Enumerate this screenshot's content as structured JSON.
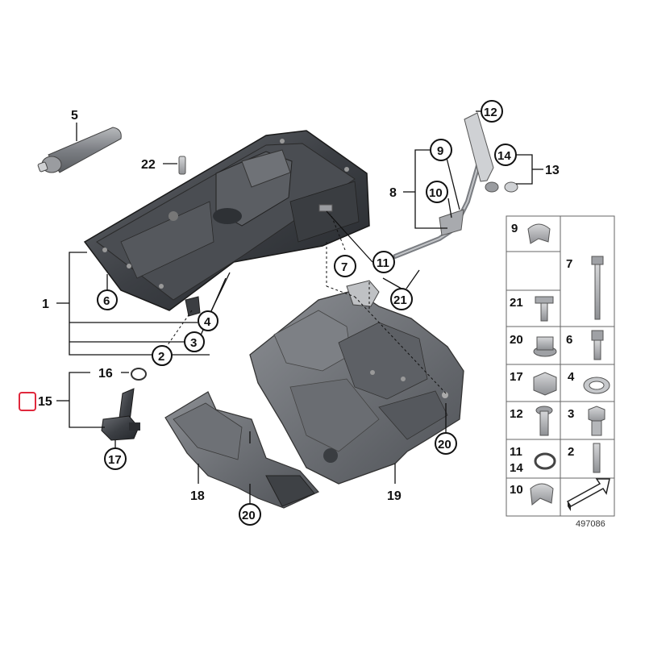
{
  "diagram_id": "497086",
  "highlight_color": "#e0283c",
  "callouts": {
    "c1": "1",
    "c2": "2",
    "c3": "3",
    "c4": "4",
    "c5": "5",
    "c6": "6",
    "c7": "7",
    "c8": "8",
    "c9": "9",
    "c10": "10",
    "c11": "11",
    "c12": "12",
    "c13": "13",
    "c14": "14",
    "c15": "15",
    "c16": "16",
    "c17": "17",
    "c18": "18",
    "c19": "19",
    "c20a": "20",
    "c20b": "20",
    "c21": "21",
    "c22": "22"
  },
  "legend": {
    "r1_left": "9",
    "r2_right": "7",
    "r2_left": "21",
    "r3_left": "20",
    "r3_right": "6",
    "r4_left": "17",
    "r4_right": "4",
    "r5_left": "12",
    "r5_right": "3",
    "r6_left_a": "11",
    "r6_left_b": "14",
    "r6_right": "2",
    "r7_left": "10"
  }
}
